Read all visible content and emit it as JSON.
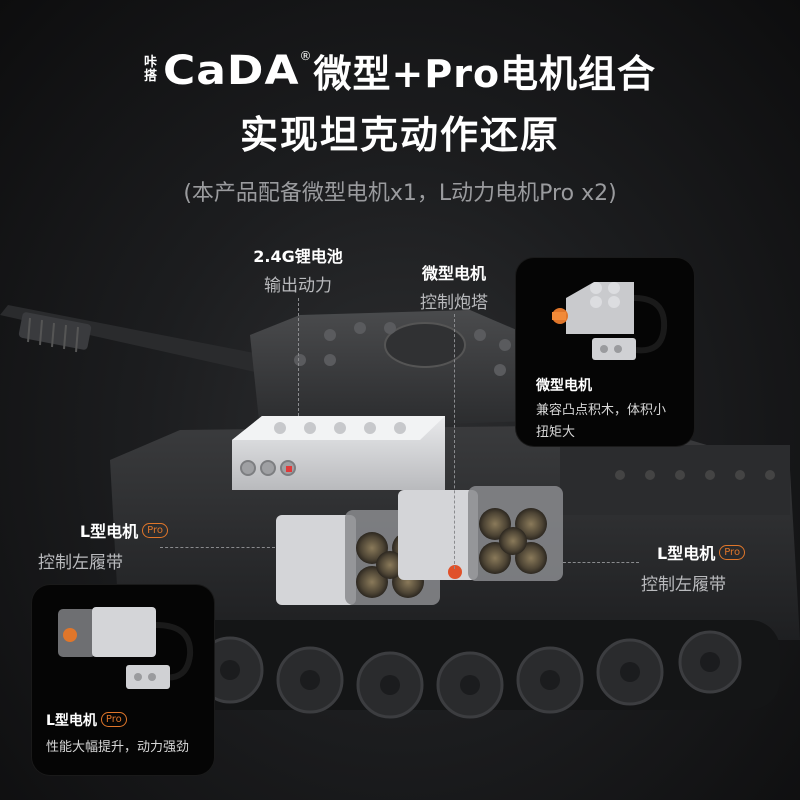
{
  "header": {
    "prefix_top": "咔",
    "prefix_bottom": "搭",
    "brand": "CaDA",
    "reg": "®",
    "title_line1": "微型+Pro电机组合",
    "title_line2": "实现坦克动作还原",
    "subtitle": "(本产品配备微型电机x1，L动力电机Pro x2)"
  },
  "callouts": {
    "battery": {
      "title": "2.4G锂电池",
      "desc": "输出动力"
    },
    "micro": {
      "title": "微型电机",
      "desc": "控制炮塔"
    },
    "left_motor": {
      "title": "L型电机",
      "badge": "Pro",
      "desc": "控制左履带"
    },
    "right_motor": {
      "title": "L型电机",
      "badge": "Pro",
      "desc": "控制左履带"
    }
  },
  "cards": {
    "micro_card": {
      "title": "微型电机",
      "desc_line1": "兼容凸点积木，体积小",
      "desc_line2": "扭矩大"
    },
    "l_card": {
      "title": "L型电机",
      "badge": "Pro",
      "desc": "性能大幅提升，动力强劲"
    }
  },
  "colors": {
    "accent": "#e0762a",
    "background": "#1c1d1f",
    "subtitle": "#9a9b9e"
  }
}
